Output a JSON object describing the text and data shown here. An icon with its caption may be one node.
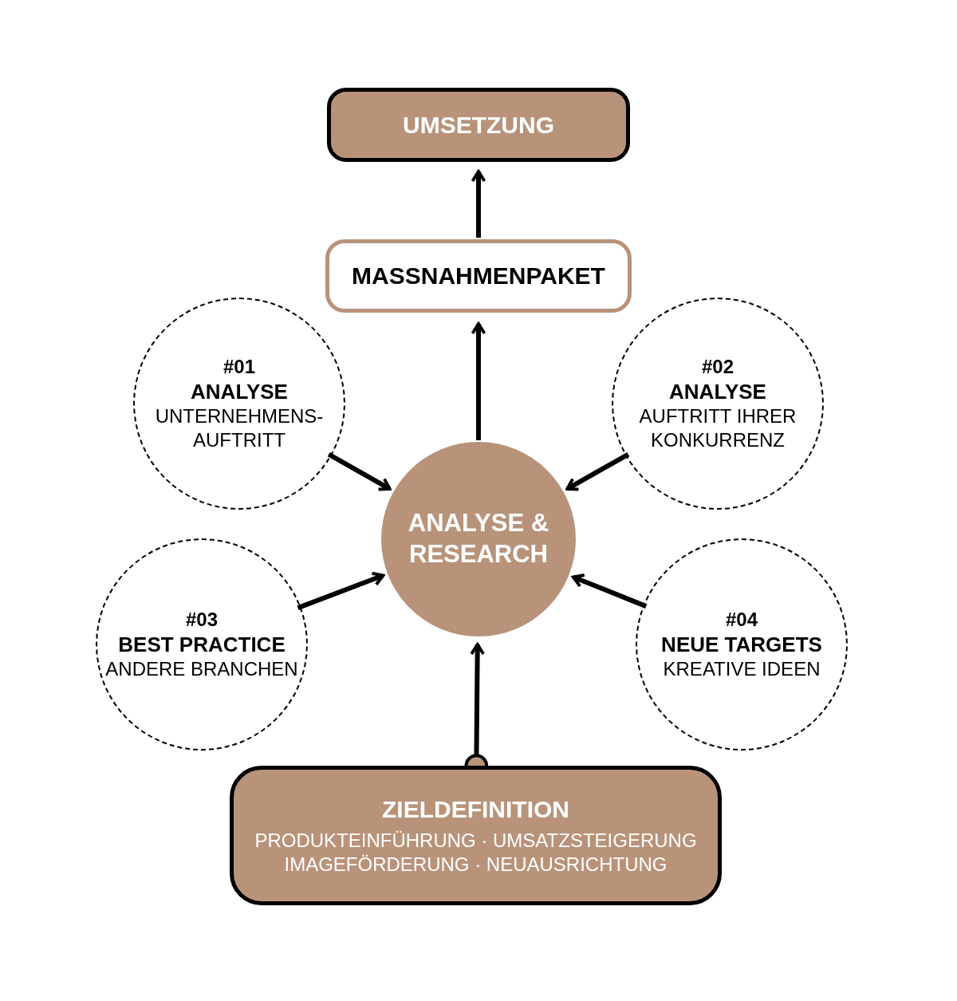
{
  "diagram": {
    "nodes": [
      {
        "text": [
          "UMSETZUNG"
        ]
      },
      {
        "text": [
          "MASSNAHMENPAKET"
        ]
      },
      {
        "text": [
          "#01",
          "ANALYSE",
          "UNTERNEHMENS- AUFTRITT"
        ]
      },
      {
        "text": [
          "#02",
          "ANALYSE",
          "AUFTRITT IHRER KONKURRENZ"
        ]
      },
      {
        "text": [
          "ANALYSE & RESEARCH"
        ]
      },
      {
        "text": [
          "#03",
          "BEST PRACTICE",
          "ANDERE BRANCHEN"
        ]
      },
      {
        "text": [
          "#04",
          "NEUE TARGETS",
          "KREATIVE IDEEN"
        ]
      },
      {
        "text": [
          "ZIELDEFINITION",
          "PRODUKTEINFÜHRUNG · UMSATZSTEIGERUNG IMAGEFÖRDERUNG · NEUAUSRICHTUNG"
        ]
      }
    ],
    "edges": [
      {
        "from": 4,
        "to": 1,
        "arrow": "to"
      },
      {
        "from": 1,
        "to": 0,
        "arrow": "to"
      },
      {
        "from": 2,
        "to": 4,
        "arrow": "to"
      },
      {
        "from": 3,
        "to": 4,
        "arrow": "to"
      },
      {
        "from": 5,
        "to": 4,
        "arrow": "to"
      },
      {
        "from": 6,
        "to": 4,
        "arrow": "to"
      },
      {
        "from": 7,
        "to": 4,
        "arrow": "to"
      }
    ]
  }
}
